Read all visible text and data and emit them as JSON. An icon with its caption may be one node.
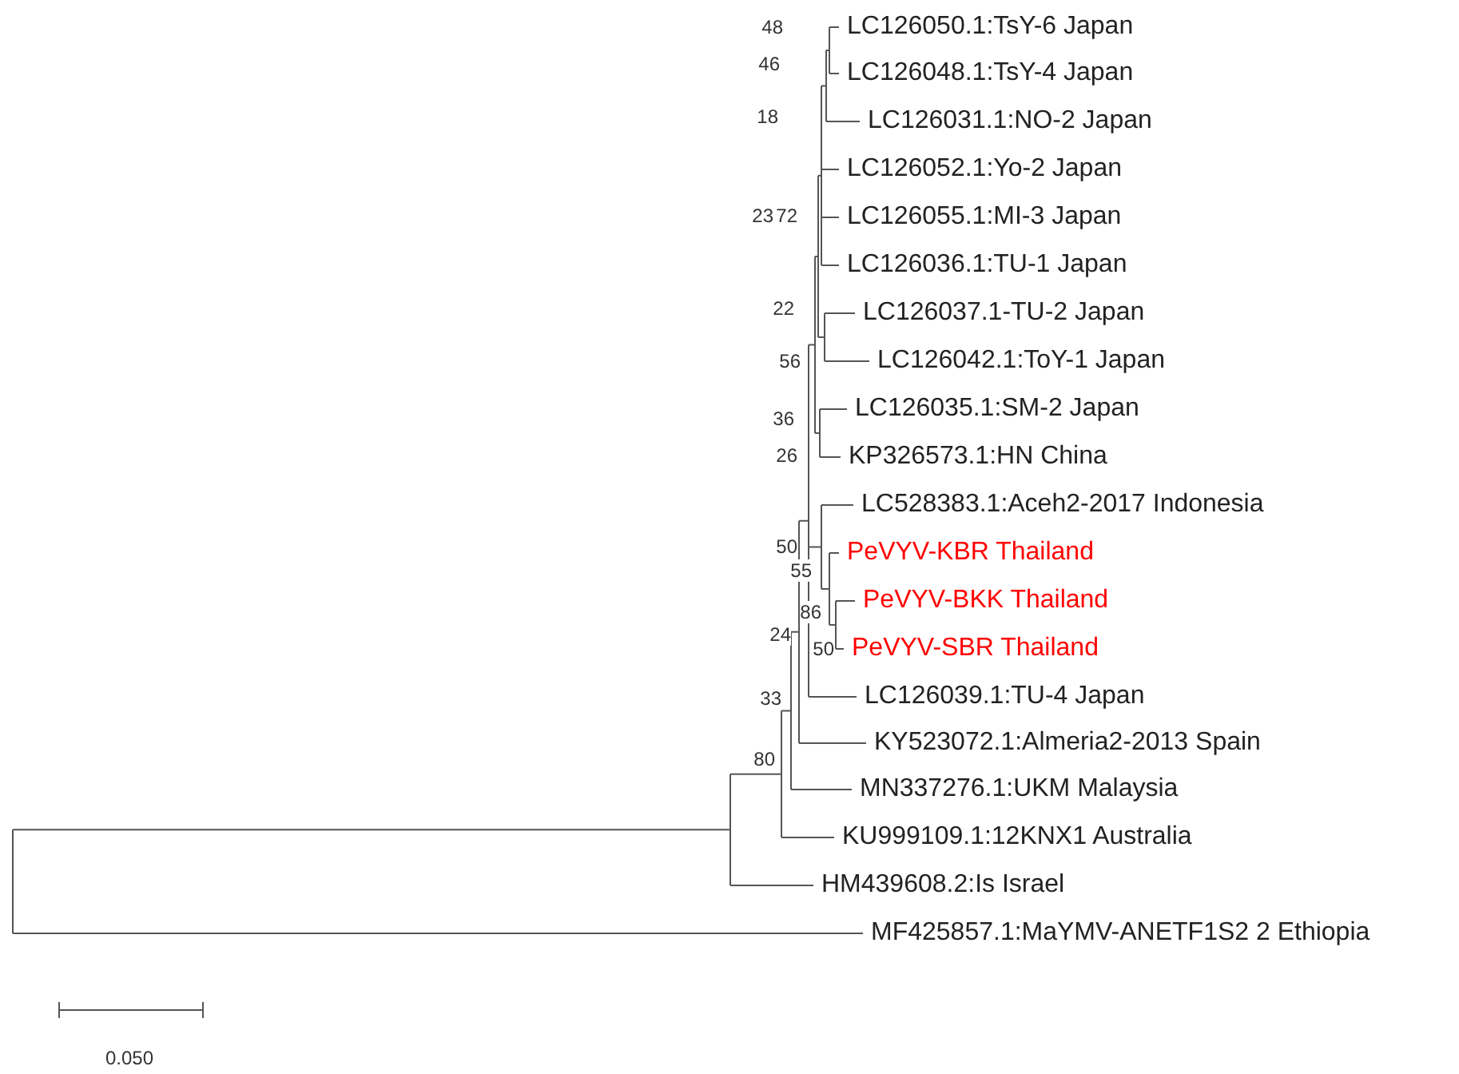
{
  "diagram": {
    "labels": [
      "48",
      "LC126050.1:TsY-6 Japan",
      "46",
      "LC126048.1:TsY-4 Japan",
      "18",
      "LC126031.1:NO-2 Japan",
      "LC126052.1:Yo-2 Japan",
      "23",
      "72",
      "LC126055.1:MI-3 Japan",
      "LC126036.1:TU-1 Japan",
      "22",
      "LC126037.1-TU-2 Japan",
      "56",
      "LC126042.1:ToY-1 Japan",
      "36",
      "LC126035.1:SM-2 Japan",
      "26",
      "KP326573.1:HN China",
      "LC528383.1:Aceh2-2017 Indonesia",
      "50",
      "PeVYV-KBR Thailand",
      "55",
      "PeVYV-BKK Thailand",
      "86",
      "24",
      "50",
      "PeVYV-SBR Thailand",
      "33",
      "LC126039.1:TU-4 Japan",
      "80",
      "KY523072.1:Almeria2-2013 Spain",
      "MN337276.1:UKM Malaysia",
      "KU999109.1:12KNX1 Australia",
      "HM439608.2:Is Israel",
      "MF425857.1:MaYMV-ANETF1S2 2 Ethiopia",
      "0.050"
    ]
  }
}
